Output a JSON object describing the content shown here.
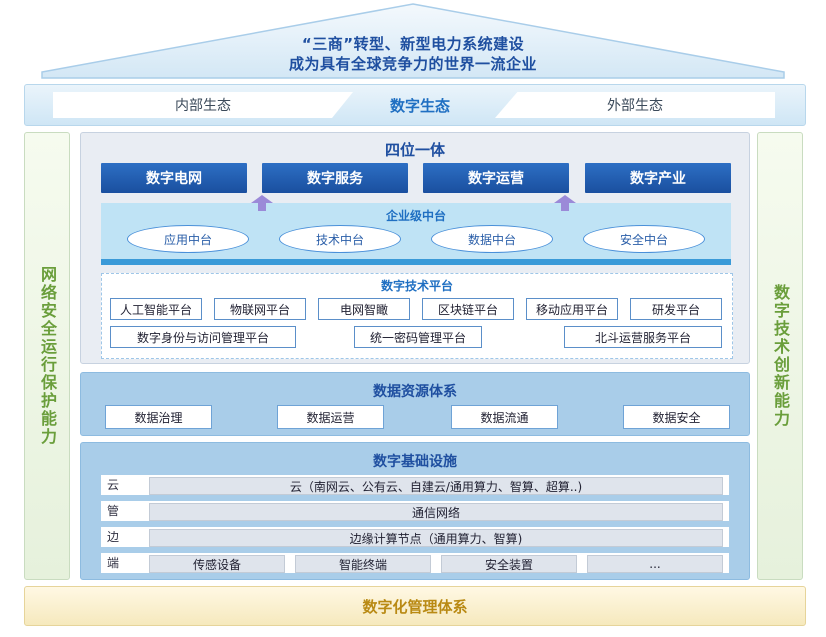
{
  "roof": {
    "line1": "“三商”转型、新型电力系统建设",
    "line2": "成为具有全球竞争力的世界一流企业"
  },
  "ecosystem": {
    "left": "内部生态",
    "center": "数字生态",
    "right": "外部生态"
  },
  "pillars": {
    "left": "网络安全运行保护能力",
    "right": "数字技术创新能力"
  },
  "four_in_one": {
    "title": "四位一体",
    "businesses": [
      "数字电网",
      "数字服务",
      "数字运营",
      "数字产业"
    ],
    "middle_platform": {
      "title": "企业级中台",
      "items": [
        "应用中台",
        "技术中台",
        "数据中台",
        "安全中台"
      ]
    },
    "tech_platform": {
      "title": "数字技术平台",
      "row1": [
        "人工智能平台",
        "物联网平台",
        "电网智瞰",
        "区块链平台",
        "移动应用平台",
        "研发平台"
      ],
      "row2": [
        "数字身份与访问管理平台",
        "统一密码管理平台",
        "北斗运营服务平台"
      ]
    }
  },
  "data_resource": {
    "title": "数据资源体系",
    "items": [
      "数据治理",
      "数据运营",
      "数据流通",
      "数据安全"
    ]
  },
  "infrastructure": {
    "title": "数字基础设施",
    "rows": [
      {
        "label": "云",
        "cells": [
          "云（南网云、公有云、自建云/通用算力、智算、超算..)"
        ]
      },
      {
        "label": "管",
        "cells": [
          "通信网络"
        ]
      },
      {
        "label": "边",
        "cells": [
          "边缘计算节点（通用算力、智算)"
        ]
      },
      {
        "label": "端",
        "cells": [
          "传感设备",
          "智能终端",
          "安全装置",
          "..."
        ]
      }
    ]
  },
  "management": "数字化管理体系",
  "colors": {
    "primary_blue": "#1f4fa0",
    "business_blue": "#1a4f9f",
    "pillar_green": "#6a9e3b",
    "mgmt_gold": "#b98a14"
  }
}
